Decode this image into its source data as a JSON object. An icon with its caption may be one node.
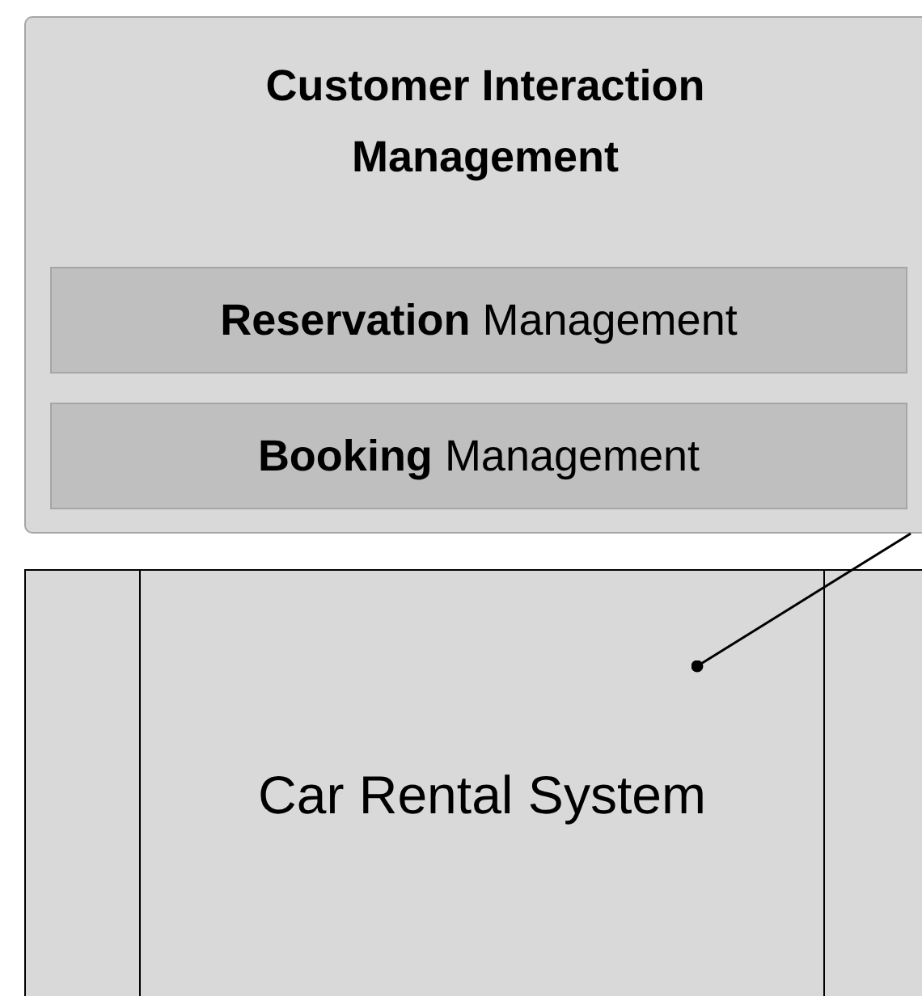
{
  "diagram": {
    "nodes": [
      {
        "text": [
          "Customer Interaction Management"
        ]
      },
      {
        "text": [
          "**Reservation** Management"
        ],
        "in": 0
      },
      {
        "text": [
          "**Booking** Management"
        ],
        "in": 0
      },
      {
        "text": [
          "Car Rental System"
        ]
      }
    ],
    "edges": [
      {
        "from": 0,
        "to": 3,
        "arrow": "other"
      }
    ]
  }
}
